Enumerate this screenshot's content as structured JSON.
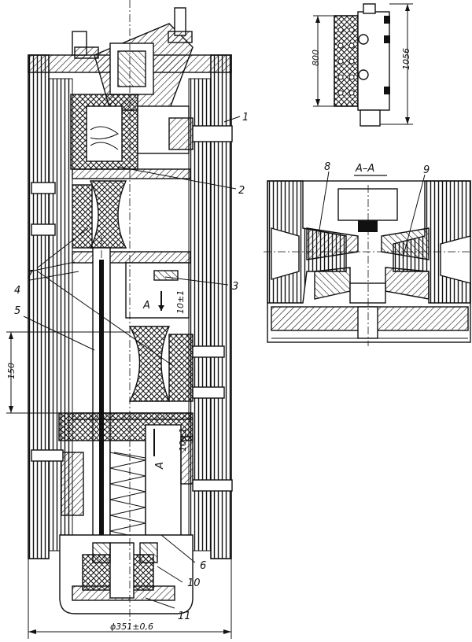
{
  "main_view": {
    "callouts": [
      "1",
      "2",
      "3",
      "4",
      "5",
      "6",
      "7",
      "10",
      "11"
    ],
    "section_marker": "A",
    "tolerance_label": "10±1",
    "stroke_dimension": "150",
    "diameter_dimension": "ϕ351±0,6"
  },
  "small_view": {
    "height_dimension": "800",
    "overall_dimension": "1056"
  },
  "section_view": {
    "title": "A–A",
    "callouts": [
      "8",
      "9"
    ]
  }
}
